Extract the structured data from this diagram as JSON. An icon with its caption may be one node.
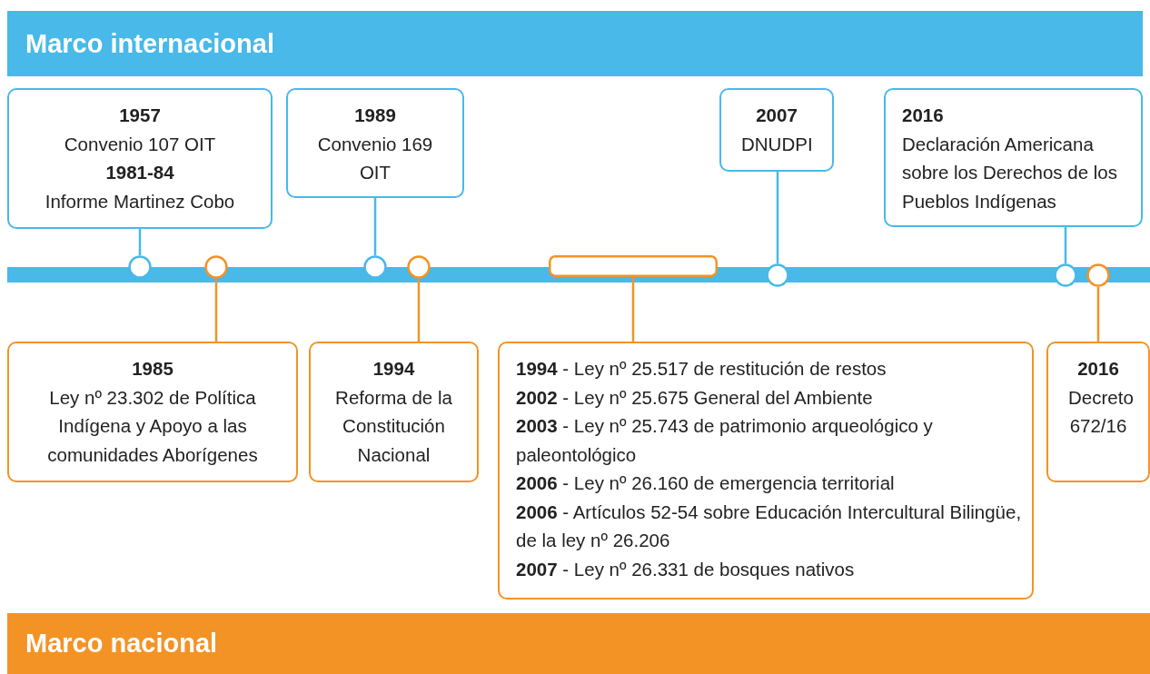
{
  "diagram": {
    "nodes": [
      {
        "text": [
          "Marco internacional"
        ]
      },
      {
        "text": [
          "1957",
          "Convenio 107 OIT",
          "1981-84",
          "Informe Martinez Cobo"
        ]
      },
      {
        "text": [
          "1989",
          "Convenio 169 OIT"
        ]
      },
      {
        "text": [
          "2007",
          "DNUDPI"
        ]
      },
      {
        "text": [
          "2016",
          "Declaración Americana sobre los Derechos de los Pueblos Indígenas"
        ]
      },
      {
        "text": [],
        "shape": "circle"
      },
      {
        "text": [],
        "shape": "circle"
      },
      {
        "text": [],
        "shape": "circle"
      },
      {
        "text": [],
        "shape": "circle"
      },
      {
        "text": [],
        "shape": "bar"
      },
      {
        "text": [],
        "shape": "circle"
      },
      {
        "text": [],
        "shape": "circle"
      },
      {
        "text": [],
        "shape": "circle"
      },
      {
        "text": [
          "1985",
          "Ley nº 23.302 de Política Indígena y Apoyo a las comunidades Aborígenes"
        ]
      },
      {
        "text": [
          "1994",
          "Reforma de la Constitución Nacional"
        ]
      },
      {
        "text": [
          "**1994** - Ley nº 25.517 de restitución de restos",
          "**2002** - Ley nº 25.675 General del Ambiente",
          "**2003** - Ley nº 25.743 de patrimonio arqueológico y paleontológico",
          "**2006** - Ley nº 26.160 de emergencia territorial",
          "**2006** - Artículos 52-54 sobre Educación Intercultural Bilingüe, de la ley nº 26.206",
          "**2007** - Ley nº 26.331 de bosques nativos"
        ]
      },
      {
        "text": [
          "2016",
          "Decreto 672/16"
        ]
      },
      {
        "text": [
          "Marco nacional"
        ]
      },
      {
        "text": [],
        "shape": "bar"
      }
    ],
    "edges": [
      {
        "from": 1,
        "to": 5,
        "arrow": "none"
      },
      {
        "from": 2,
        "to": 7,
        "arrow": "none"
      },
      {
        "from": 3,
        "to": 10,
        "arrow": "none"
      },
      {
        "from": 4,
        "to": 11,
        "arrow": "none"
      },
      {
        "from": 6,
        "to": 13,
        "arrow": "none",
        "color": "#f39325"
      },
      {
        "from": 8,
        "to": 14,
        "arrow": "none",
        "color": "#f39325"
      },
      {
        "from": 9,
        "to": 15,
        "arrow": "none",
        "color": "#f39325"
      },
      {
        "from": 12,
        "to": 16,
        "arrow": "none",
        "color": "#f39325"
      }
    ]
  }
}
